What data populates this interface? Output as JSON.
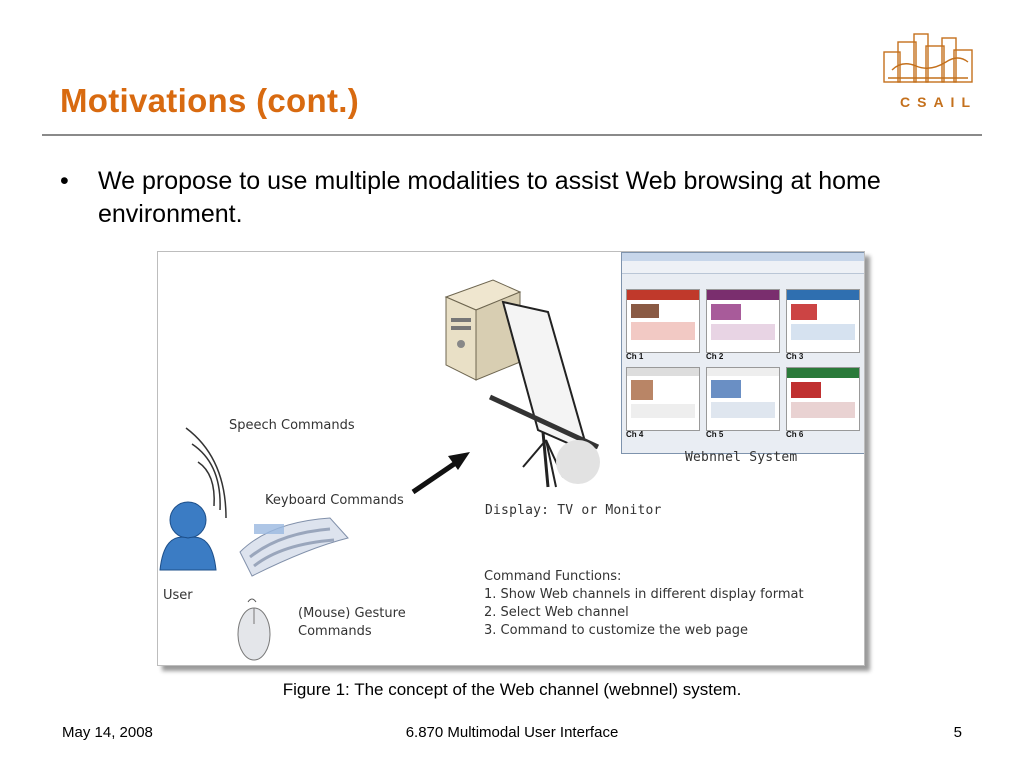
{
  "slide": {
    "title": "Motivations (cont.)",
    "logo_text": "CSAIL",
    "bullet_marker": "•",
    "bullet": "We propose to use multiple modalities to assist Web browsing at home environment."
  },
  "figure": {
    "speech_label": "Speech Commands",
    "keyboard_label": "Keyboard Commands",
    "user_label": "User",
    "gesture_label_line1": "(Mouse) Gesture",
    "gesture_label_line2": "Commands",
    "display_label": "Display: TV or Monitor",
    "system_label": "Webnnel System",
    "channels": [
      "Ch 1",
      "Ch 2",
      "Ch 3",
      "Ch 4",
      "Ch 5",
      "Ch 6"
    ],
    "command_functions_title": "Command Functions:",
    "command_functions": [
      "1. Show Web channels in different display format",
      "2. Select Web channel",
      "3. Command to customize the web page"
    ]
  },
  "caption": "Figure 1: The concept of the Web channel (webnnel) system.",
  "footer": {
    "date": "May 14, 2008",
    "course": "6.870 Multimodal User Interface",
    "page": "5"
  },
  "colors": {
    "title": "#d86a10",
    "logo": "#c4701c"
  }
}
